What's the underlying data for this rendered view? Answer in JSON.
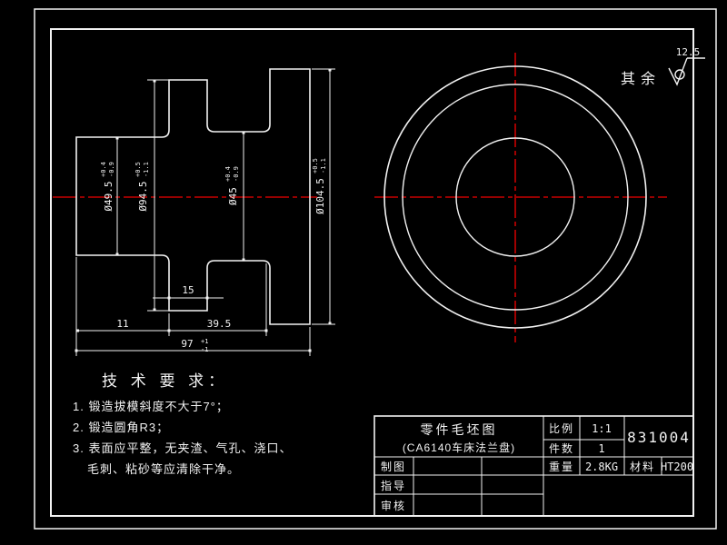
{
  "colors": {
    "background": "#000000",
    "line": "#f2f2f2",
    "centerline": "#c80000"
  },
  "surface_finish": {
    "label": "其余",
    "value": "12.5"
  },
  "tech_requirements": {
    "title": "技 术 要 求：",
    "item1": "1. 锻造拔模斜度不大于7°；",
    "item2": "2. 锻造圆角R3；",
    "item3": "3. 表面应平整，无夹渣、气孔、浇口、",
    "item4": "毛刺、粘砂等应清除干净。"
  },
  "dimensions": {
    "d49": {
      "text": "Ø49.5",
      "tol_up": "+0.4",
      "tol_dn": "-0.9"
    },
    "d94": {
      "text": "Ø94.5",
      "tol_up": "+0.5",
      "tol_dn": "-1.1"
    },
    "d45": {
      "text": "Ø45",
      "tol_up": "+0.4",
      "tol_dn": "-0.9"
    },
    "d104": {
      "text": "Ø104.5",
      "tol_up": "+0.5",
      "tol_dn": "-1.1"
    },
    "l15": "15",
    "l11": "11",
    "l39": "39.5",
    "l97": {
      "text": "97",
      "tol_up": "+1",
      "tol_dn": "-1"
    }
  },
  "title_block": {
    "title_line1": "零件毛坯图",
    "title_line2": "(CA6140车床法兰盘)",
    "scale_label": "比例",
    "scale_value": "1:1",
    "qty_label": "件数",
    "qty_value": "1",
    "part_no": "831004",
    "drawn_label": "制图",
    "weight_label": "重量",
    "weight_value": "2.8KG",
    "material_label": "材料",
    "material_value": "HT200",
    "supervisor_label": "指导",
    "checker_label": "审核"
  }
}
